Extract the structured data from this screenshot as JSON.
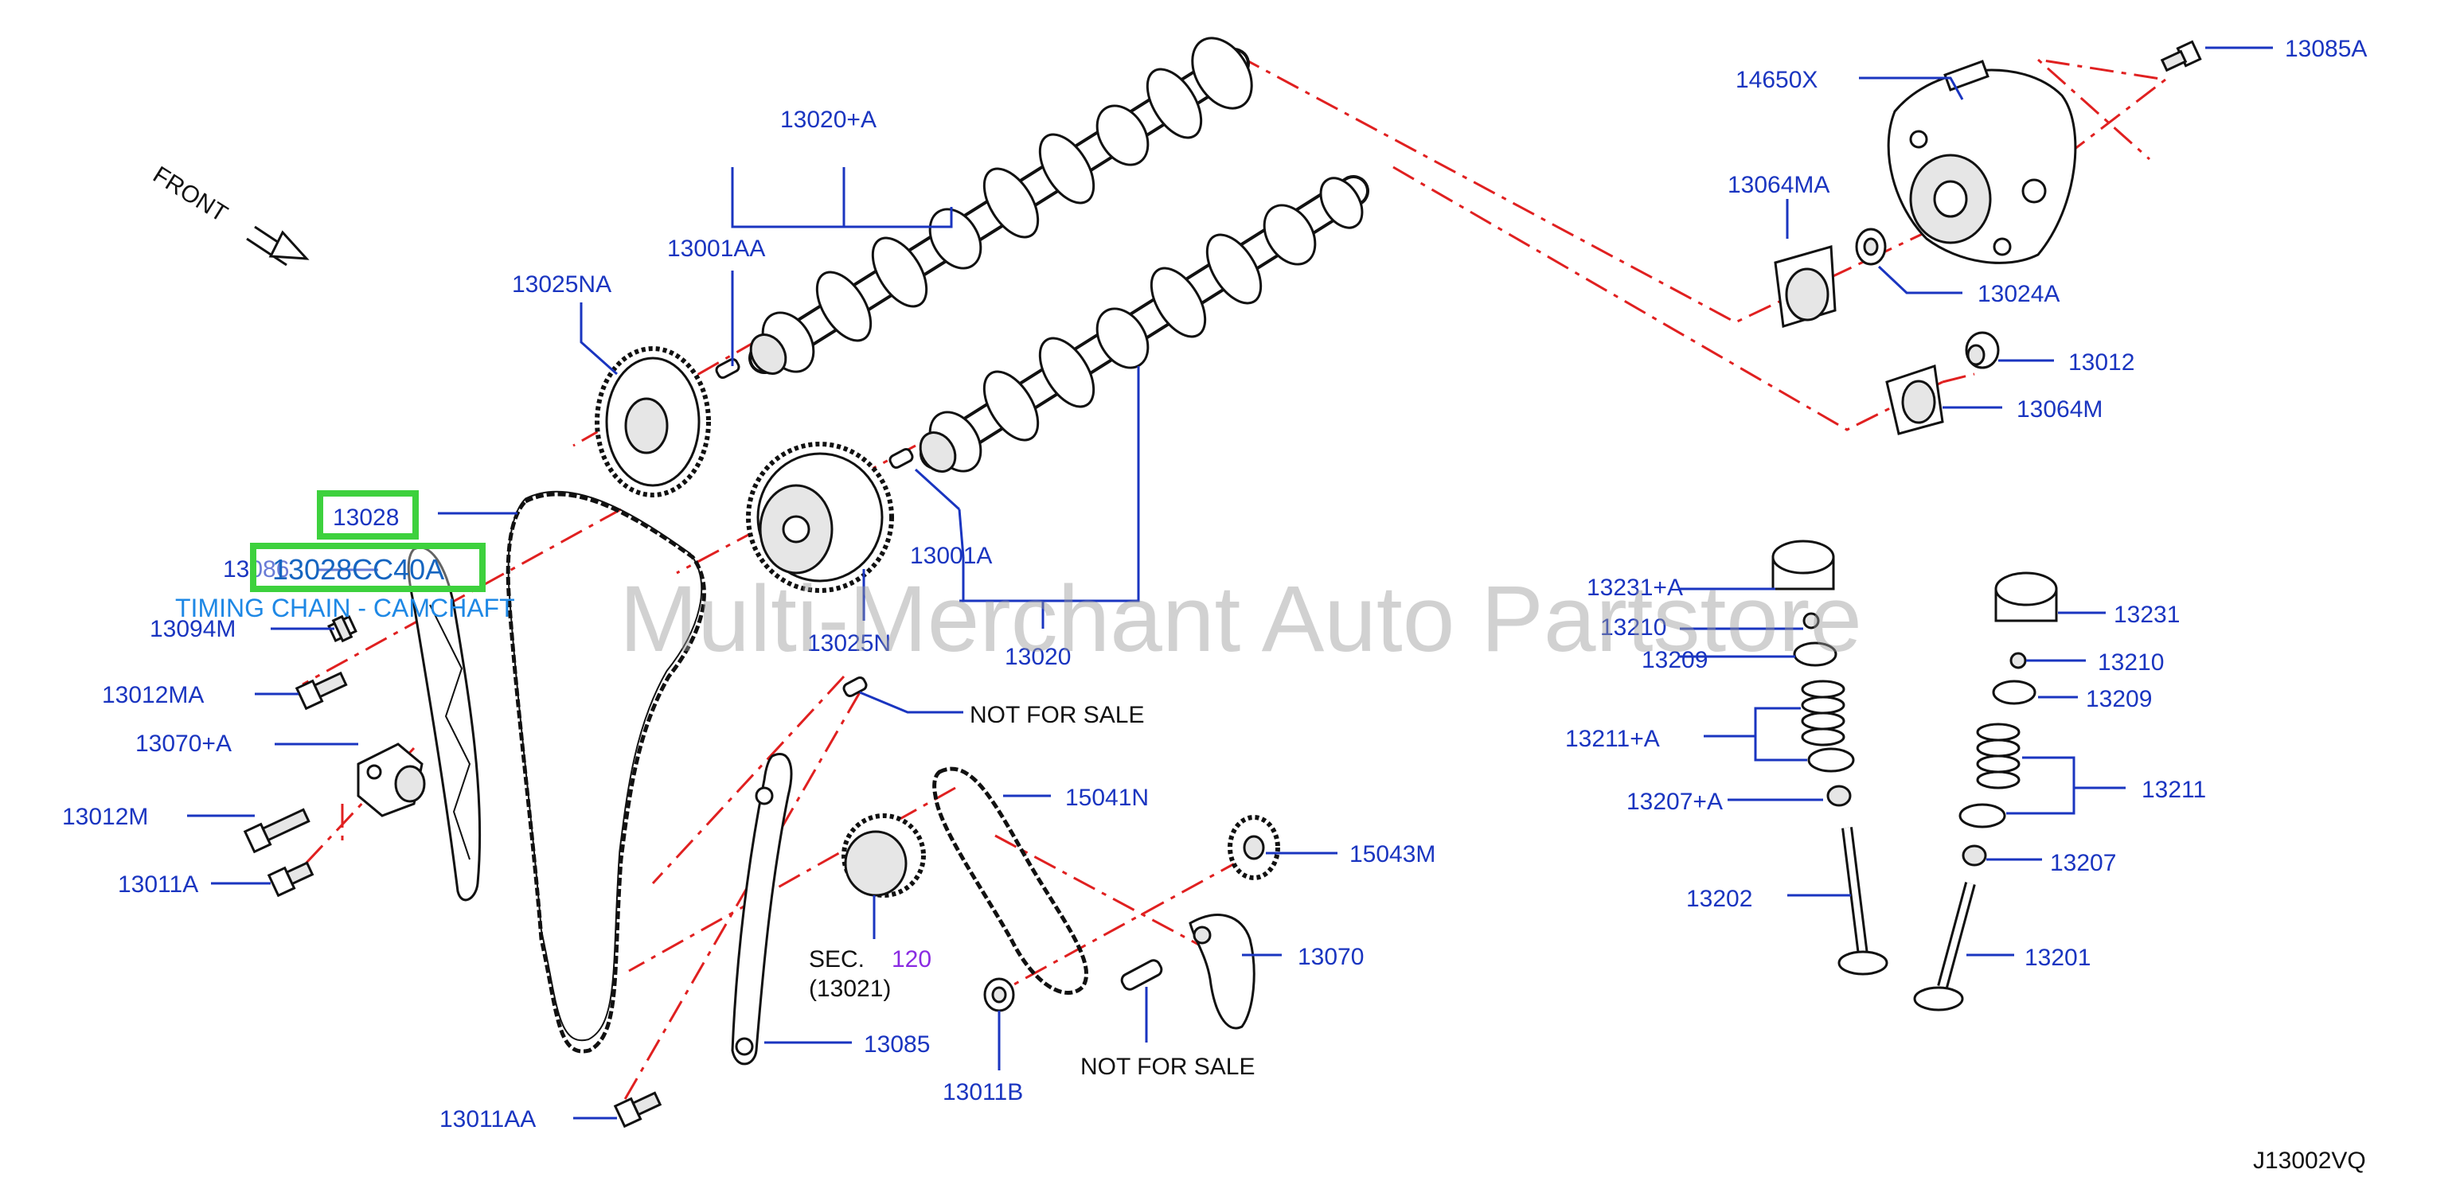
{
  "diagram": {
    "front_label": "FRONT",
    "code": "J13002VQ",
    "watermark": "Multi-Merchant Auto Partstore",
    "not_for_sale_1": "NOT  FOR  SALE",
    "not_for_sale_2": "NOT  FOR  SALE",
    "sec_label": "SEC.",
    "sec_number": "120",
    "sec_sub": "(13021)"
  },
  "highlight": {
    "box1_label": "13028",
    "box2_label": "13028CC40A",
    "annotation": "TIMING CHAIN - CAMCHAFT",
    "box_color": "#3dd13d"
  },
  "parts": {
    "p13020A": "13020+A",
    "p13001AA": "13001AA",
    "p13025NA": "13025NA",
    "p13001A": "13001A",
    "p13025N": "13025N",
    "p13020": "13020",
    "p13086": "13086",
    "p13094M": "13094M",
    "p13012MA": "13012MA",
    "p13070A": "13070+A",
    "p13012M": "13012M",
    "p13011A": "13011A",
    "p13011AA": "13011AA",
    "p15041N": "15041N",
    "p15043M": "15043M",
    "p13070": "13070",
    "p13085": "13085",
    "p13011B": "13011B",
    "p14650X": "14650X",
    "p13085A": "13085A",
    "p13064MA": "13064MA",
    "p13024A": "13024A",
    "p13012": "13012",
    "p13064M": "13064M",
    "p13231A": "13231+A",
    "p13210a": "13210",
    "p13209a": "13209",
    "p13211A": "13211+A",
    "p13207A": "13207+A",
    "p13202": "13202",
    "p13231": "13231",
    "p13210b": "13210",
    "p13209b": "13209",
    "p13211": "13211",
    "p13207": "13207",
    "p13201": "13201"
  },
  "colors": {
    "label": "#1a35c0",
    "centerline": "#e02020",
    "highlight": "#3dd13d"
  }
}
